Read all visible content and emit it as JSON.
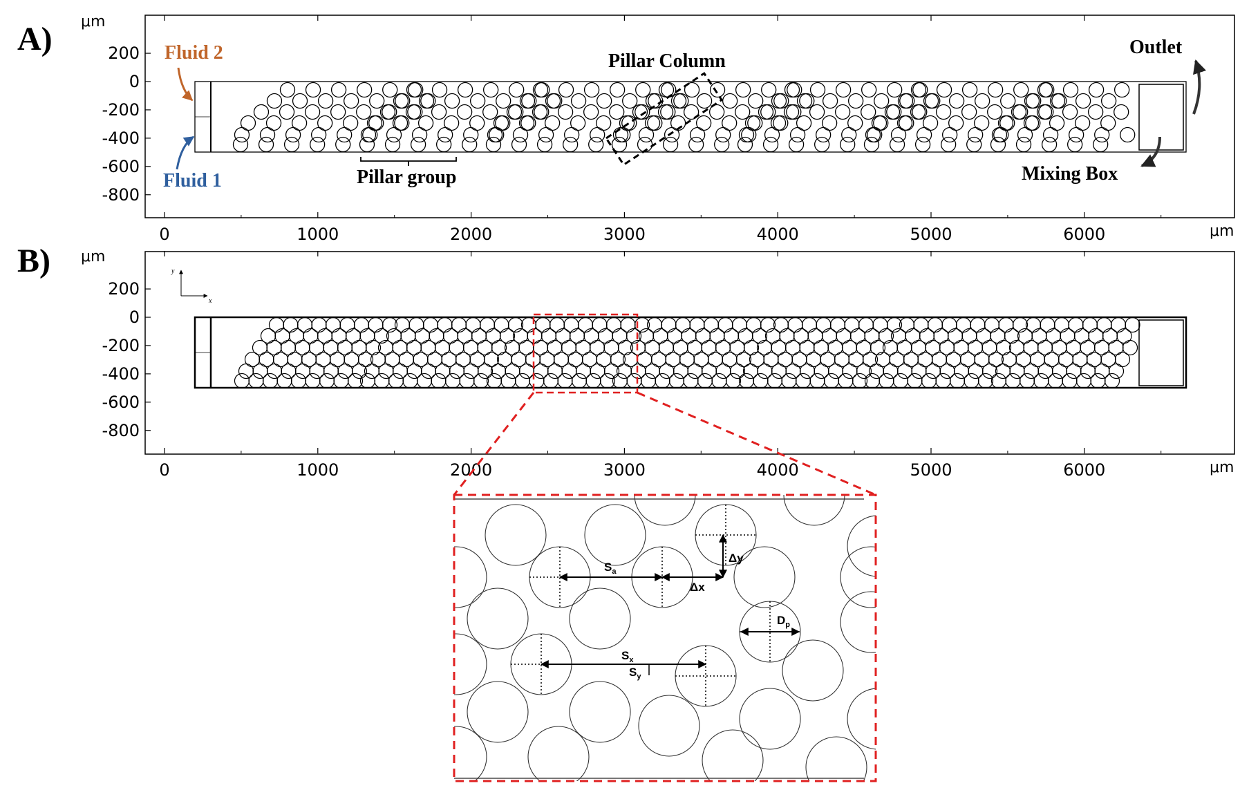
{
  "panels": {
    "a": {
      "letter": "A)",
      "unit_y": "μm",
      "unit_x": "μm",
      "x_ticks": [
        "0",
        "1000",
        "2000",
        "3000",
        "4000",
        "5000",
        "6000"
      ],
      "y_ticks": [
        "200",
        "0",
        "-200",
        "-400",
        "-600",
        "-800"
      ],
      "labels": {
        "fluid2": "Fluid 2",
        "fluid1": "Fluid 1",
        "pillar_group": "Pillar group",
        "pillar_column": "Pillar Column",
        "outlet": "Outlet",
        "mixing_box": "Mixing Box"
      }
    },
    "b": {
      "letter": "B)",
      "unit_y": "μm",
      "unit_x": "μm",
      "x_ticks": [
        "0",
        "1000",
        "2000",
        "3000",
        "4000",
        "5000",
        "6000"
      ],
      "y_ticks": [
        "200",
        "0",
        "-200",
        "-400",
        "-600",
        "-800"
      ],
      "axis_glyph": {
        "y": "y",
        "x": "x"
      }
    }
  },
  "inset": {
    "dim_labels": {
      "sa": "S",
      "sa_sub": "a",
      "dx": "Δx",
      "dy": "Δy",
      "dp": "D",
      "dp_sub": "p",
      "sx": "S",
      "sx_sub": "x",
      "sy": "S",
      "sy_sub": "y"
    }
  },
  "colors": {
    "fluid2": "#c0652a",
    "fluid1": "#2f5f9e",
    "zoom_box": "#e02020",
    "ink": "#000000"
  }
}
